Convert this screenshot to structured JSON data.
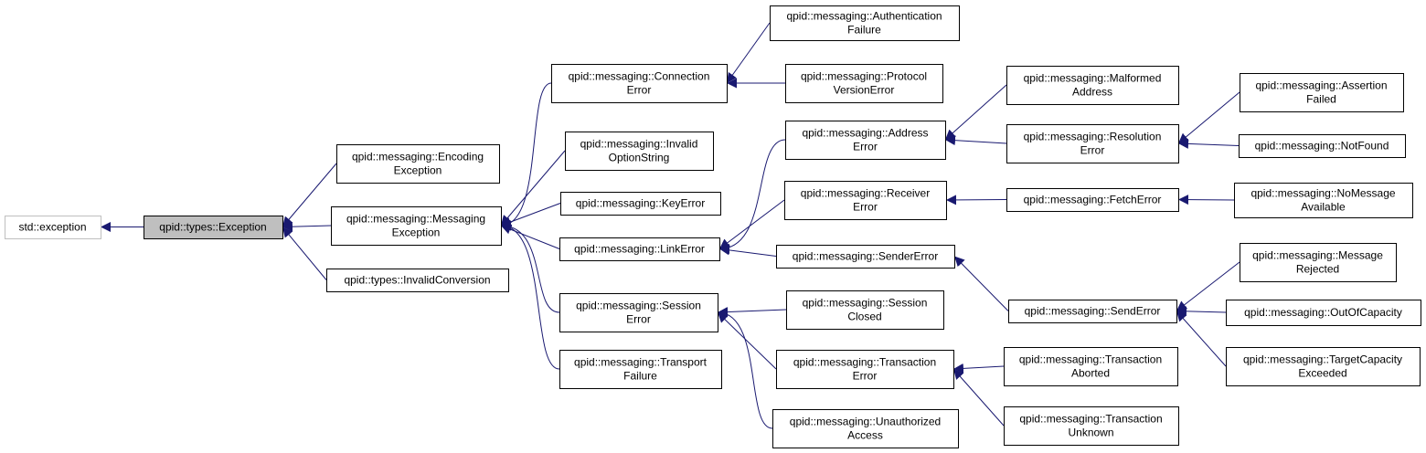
{
  "diagram": {
    "colors": {
      "edge": "#191970",
      "node_border": "#000000",
      "root_border": "#bfbfbf",
      "highlight_fill": "#bfbfbf",
      "background": "#ffffff"
    },
    "nodes": [
      {
        "id": "std_exception",
        "lines": [
          "std::exception"
        ],
        "style": "external"
      },
      {
        "id": "types_exception",
        "lines": [
          "qpid::types::Exception"
        ],
        "style": "highlight"
      },
      {
        "id": "encoding_exception",
        "lines": [
          "qpid::messaging::Encoding",
          "Exception"
        ],
        "style": "normal"
      },
      {
        "id": "messaging_exception",
        "lines": [
          "qpid::messaging::Messaging",
          "Exception"
        ],
        "style": "normal"
      },
      {
        "id": "invalid_conversion",
        "lines": [
          "qpid::types::InvalidConversion"
        ],
        "style": "normal"
      },
      {
        "id": "connection_error",
        "lines": [
          "qpid::messaging::Connection",
          "Error"
        ],
        "style": "normal"
      },
      {
        "id": "invalid_option_string",
        "lines": [
          "qpid::messaging::Invalid",
          "OptionString"
        ],
        "style": "normal"
      },
      {
        "id": "key_error",
        "lines": [
          "qpid::messaging::KeyError"
        ],
        "style": "normal"
      },
      {
        "id": "link_error",
        "lines": [
          "qpid::messaging::LinkError"
        ],
        "style": "normal"
      },
      {
        "id": "session_error",
        "lines": [
          "qpid::messaging::Session",
          "Error"
        ],
        "style": "normal"
      },
      {
        "id": "transport_failure",
        "lines": [
          "qpid::messaging::Transport",
          "Failure"
        ],
        "style": "normal"
      },
      {
        "id": "authentication_failure",
        "lines": [
          "qpid::messaging::Authentication",
          "Failure"
        ],
        "style": "normal"
      },
      {
        "id": "protocol_version_error",
        "lines": [
          "qpid::messaging::Protocol",
          "VersionError"
        ],
        "style": "normal"
      },
      {
        "id": "address_error",
        "lines": [
          "qpid::messaging::Address",
          "Error"
        ],
        "style": "normal"
      },
      {
        "id": "receiver_error",
        "lines": [
          "qpid::messaging::Receiver",
          "Error"
        ],
        "style": "normal"
      },
      {
        "id": "sender_error",
        "lines": [
          "qpid::messaging::SenderError"
        ],
        "style": "normal"
      },
      {
        "id": "session_closed",
        "lines": [
          "qpid::messaging::Session",
          "Closed"
        ],
        "style": "normal"
      },
      {
        "id": "transaction_error",
        "lines": [
          "qpid::messaging::Transaction",
          "Error"
        ],
        "style": "normal"
      },
      {
        "id": "unauthorized_access",
        "lines": [
          "qpid::messaging::Unauthorized",
          "Access"
        ],
        "style": "normal"
      },
      {
        "id": "malformed_address",
        "lines": [
          "qpid::messaging::Malformed",
          "Address"
        ],
        "style": "normal"
      },
      {
        "id": "resolution_error",
        "lines": [
          "qpid::messaging::Resolution",
          "Error"
        ],
        "style": "normal"
      },
      {
        "id": "fetch_error",
        "lines": [
          "qpid::messaging::FetchError"
        ],
        "style": "normal"
      },
      {
        "id": "send_error",
        "lines": [
          "qpid::messaging::SendError"
        ],
        "style": "normal"
      },
      {
        "id": "transaction_aborted",
        "lines": [
          "qpid::messaging::Transaction",
          "Aborted"
        ],
        "style": "normal"
      },
      {
        "id": "transaction_unknown",
        "lines": [
          "qpid::messaging::Transaction",
          "Unknown"
        ],
        "style": "normal"
      },
      {
        "id": "assertion_failed",
        "lines": [
          "qpid::messaging::Assertion",
          "Failed"
        ],
        "style": "normal"
      },
      {
        "id": "not_found",
        "lines": [
          "qpid::messaging::NotFound"
        ],
        "style": "normal"
      },
      {
        "id": "no_message_available",
        "lines": [
          "qpid::messaging::NoMessage",
          "Available"
        ],
        "style": "normal"
      },
      {
        "id": "message_rejected",
        "lines": [
          "qpid::messaging::Message",
          "Rejected"
        ],
        "style": "normal"
      },
      {
        "id": "out_of_capacity",
        "lines": [
          "qpid::messaging::OutOfCapacity"
        ],
        "style": "normal"
      },
      {
        "id": "target_capacity_exceeded",
        "lines": [
          "qpid::messaging::TargetCapacity",
          "Exceeded"
        ],
        "style": "normal"
      }
    ],
    "edges": [
      {
        "child": "types_exception",
        "parent": "std_exception"
      },
      {
        "child": "encoding_exception",
        "parent": "types_exception"
      },
      {
        "child": "messaging_exception",
        "parent": "types_exception"
      },
      {
        "child": "invalid_conversion",
        "parent": "types_exception"
      },
      {
        "child": "connection_error",
        "parent": "messaging_exception"
      },
      {
        "child": "invalid_option_string",
        "parent": "messaging_exception"
      },
      {
        "child": "key_error",
        "parent": "messaging_exception"
      },
      {
        "child": "link_error",
        "parent": "messaging_exception"
      },
      {
        "child": "session_error",
        "parent": "messaging_exception"
      },
      {
        "child": "transport_failure",
        "parent": "messaging_exception"
      },
      {
        "child": "authentication_failure",
        "parent": "connection_error"
      },
      {
        "child": "protocol_version_error",
        "parent": "connection_error"
      },
      {
        "child": "address_error",
        "parent": "link_error"
      },
      {
        "child": "receiver_error",
        "parent": "link_error"
      },
      {
        "child": "sender_error",
        "parent": "link_error"
      },
      {
        "child": "session_closed",
        "parent": "session_error"
      },
      {
        "child": "transaction_error",
        "parent": "session_error"
      },
      {
        "child": "unauthorized_access",
        "parent": "session_error"
      },
      {
        "child": "malformed_address",
        "parent": "address_error"
      },
      {
        "child": "resolution_error",
        "parent": "address_error"
      },
      {
        "child": "fetch_error",
        "parent": "receiver_error"
      },
      {
        "child": "send_error",
        "parent": "sender_error"
      },
      {
        "child": "transaction_aborted",
        "parent": "transaction_error"
      },
      {
        "child": "transaction_unknown",
        "parent": "transaction_error"
      },
      {
        "child": "assertion_failed",
        "parent": "resolution_error"
      },
      {
        "child": "not_found",
        "parent": "resolution_error"
      },
      {
        "child": "no_message_available",
        "parent": "fetch_error"
      },
      {
        "child": "message_rejected",
        "parent": "send_error"
      },
      {
        "child": "out_of_capacity",
        "parent": "send_error"
      },
      {
        "child": "target_capacity_exceeded",
        "parent": "send_error"
      }
    ]
  }
}
